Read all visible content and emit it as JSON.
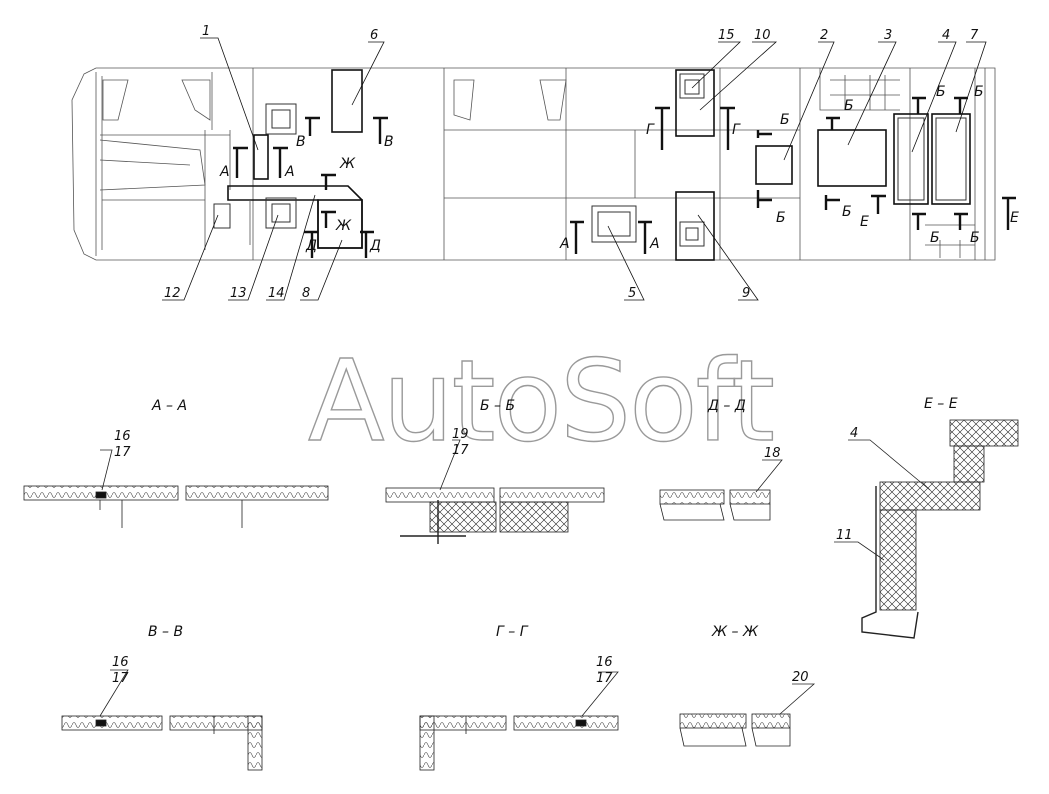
{
  "watermark": "AutoSoft",
  "callouts": [
    "1",
    "2",
    "3",
    "4",
    "5",
    "6",
    "7",
    "8",
    "9",
    "10",
    "12",
    "13",
    "14",
    "15"
  ],
  "section_marks": {
    "a": "А",
    "b": "Б",
    "v": "В",
    "g": "Г",
    "d": "Д",
    "zh": "Ж",
    "e": "Е"
  },
  "section_titles": {
    "aa": "А – А",
    "bb": "Б – Б",
    "dd": "Д – Д",
    "ee": "Е – Е",
    "vv": "В – В",
    "gg": "Г – Г",
    "zhzh": "Ж – Ж"
  },
  "detail_callouts": {
    "aa_top": "16",
    "aa_bot": "17",
    "bb_top": "19",
    "bb_bot": "17",
    "dd": "18",
    "ee_a": "4",
    "ee_b": "11",
    "vv_top": "16",
    "vv_bot": "17",
    "gg_top": "16",
    "gg_bot": "17",
    "zhzh": "20"
  }
}
